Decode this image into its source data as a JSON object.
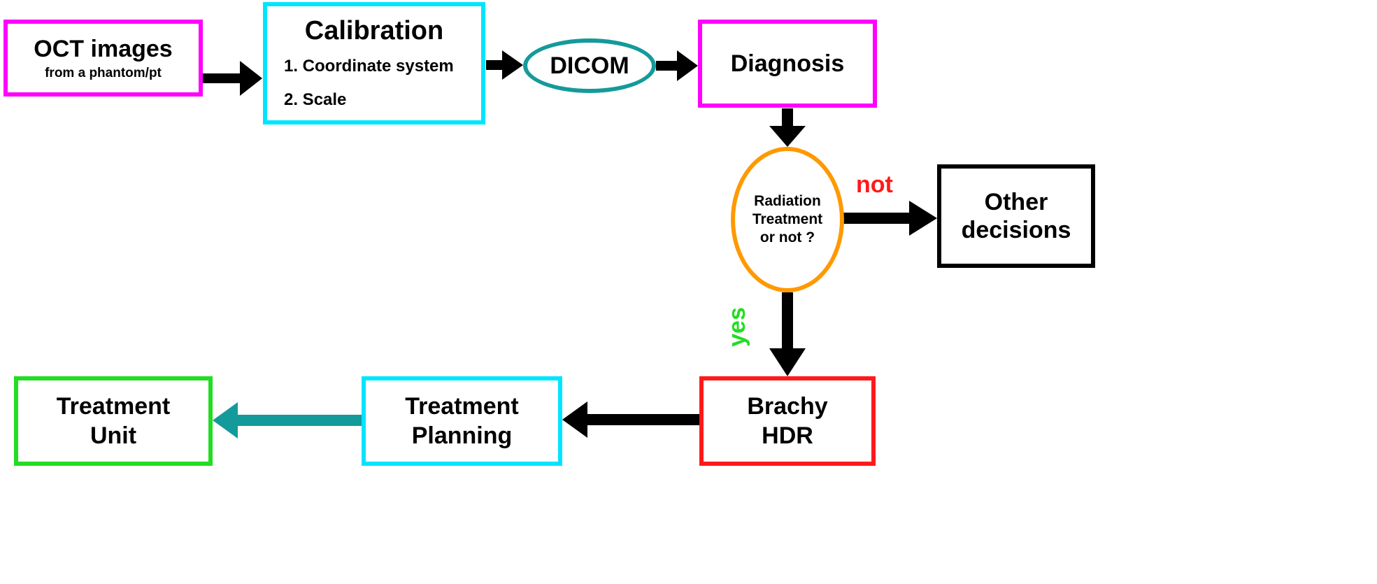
{
  "colors": {
    "magenta": "#ff00ff",
    "cyan": "#00e5ff",
    "teal": "#149a9a",
    "orange": "#ff9900",
    "black": "#000000",
    "red": "#ff1a1a",
    "green": "#22dd22"
  },
  "nodes": {
    "oct": {
      "line1": "OCT images",
      "line2": "from a phantom/pt"
    },
    "calibration": {
      "title": "Calibration",
      "item1": "1. Coordinate system",
      "item2": "2. Scale"
    },
    "dicom": {
      "label": "DICOM"
    },
    "diagnosis": {
      "label": "Diagnosis"
    },
    "decision": {
      "line1": "Radiation",
      "line2": "Treatment",
      "line3": "or not ?"
    },
    "other": {
      "line1": "Other",
      "line2": "decisions"
    },
    "brachy": {
      "line1": "Brachy",
      "line2": "HDR"
    },
    "planning": {
      "line1": "Treatment",
      "line2": "Planning"
    },
    "unit": {
      "line1": "Treatment",
      "line2": "Unit"
    }
  },
  "edges": {
    "not_label": "not",
    "yes_label": "yes"
  }
}
